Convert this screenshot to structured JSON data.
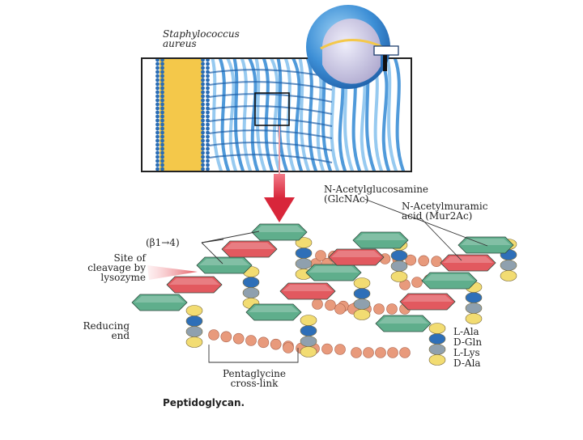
{
  "labels": {
    "organism_line1": "Staphylococcus",
    "organism_line2": "aureus",
    "glcnac_line1": "N-Acetylglucosamine",
    "glcnac_line2": "(GlcNAc)",
    "murnac_line1": "N-Acetylmuramic",
    "murnac_line2": "acid (Mur2Ac)",
    "bond": "(β1→4)",
    "cleavage_line1": "Site of",
    "cleavage_line2": "cleavage by",
    "cleavage_line3": "lysozyme",
    "reducing_line1": "Reducing",
    "reducing_line2": "end",
    "pentaglycine_line1": "Pentaglycine",
    "pentaglycine_line2": "cross-link",
    "aa1": "L-Ala",
    "aa2": "D-Gln",
    "aa3": "L-Lys",
    "aa4": "D-Ala",
    "caption": "Peptidoglycan."
  },
  "colors": {
    "glcnac_green": "#5fae8c",
    "murnac_red": "#e2595f",
    "l_ala_yellow": "#f2dc72",
    "d_gln_blue": "#2e6fb8",
    "l_lys_gray": "#8fa0ae",
    "d_ala_yellow": "#f2dc72",
    "glycine_salmon": "#e89a7c",
    "membrane_yellow": "#f4c84a",
    "membrane_blue": "#2a6db5",
    "wall_blue": "#3d8fd6",
    "arrow_red": "#d8263a"
  }
}
